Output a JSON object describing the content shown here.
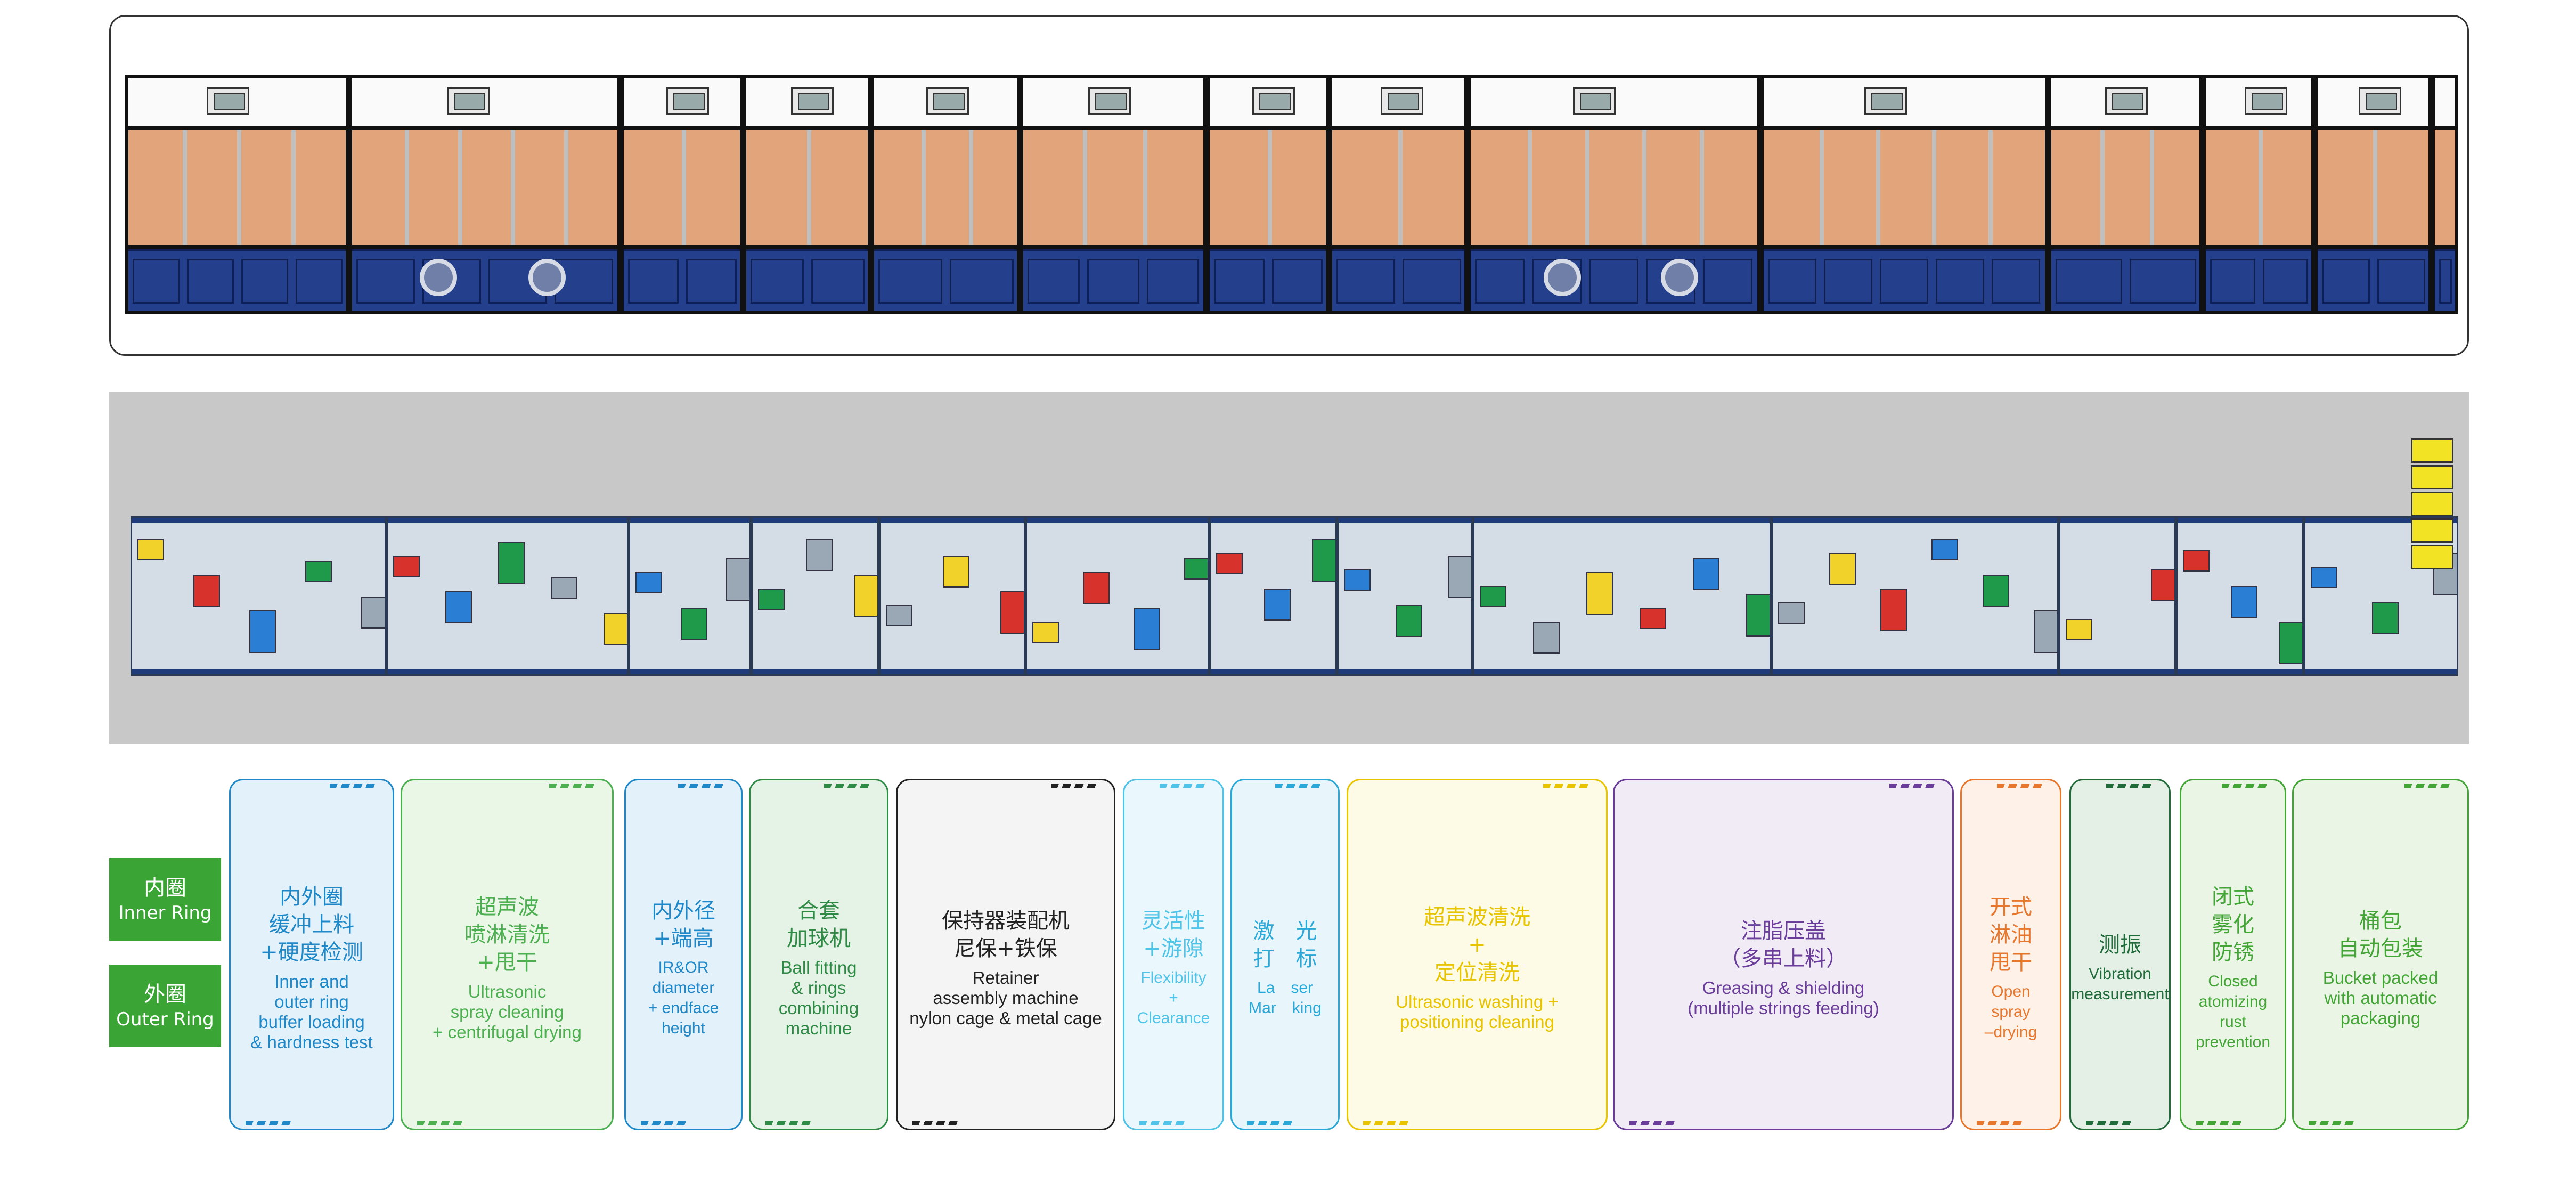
{
  "ring_labels": [
    {
      "zh": "内圈",
      "en": "Inner Ring"
    },
    {
      "zh": "外圈",
      "en": "Outer Ring"
    }
  ],
  "stations": [
    {
      "zh": "内外圈\n缓冲上料\n+硬度检测",
      "en": "Inner and\nouter ring\nbuffer loading\n& hardness test",
      "color": "#1e88c8",
      "bg": "#e3f1fb"
    },
    {
      "zh": "超声波\n喷淋清洗\n+甩干",
      "en": "Ultrasonic\nspray cleaning\n+ centrifugal drying",
      "color": "#4caf50",
      "bg": "#eaf6e6"
    },
    {
      "zh": "内外径\n+端高",
      "en": "IR&OR\ndiameter\n+ endface\nheight",
      "color": "#1e88c8",
      "bg": "#e3f1fb"
    },
    {
      "zh": "合套\n加球机",
      "en": "Ball fitting\n& rings\ncombining\nmachine",
      "color": "#2e8b45",
      "bg": "#e5f2e6"
    },
    {
      "zh": "保持器装配机\n尼保+铁保",
      "en": "Retainer\nassembly machine\nnylon cage & metal cage",
      "color": "#222222",
      "bg": "#f4f4f4"
    },
    {
      "zh": "灵活性\n+游隙",
      "en": "Flexibility\n+\nClearance",
      "color": "#4fc3e8",
      "bg": "#eaf7fc"
    },
    {
      "zh": "激　光\n打　标",
      "en": "La　ser\nMar　king",
      "color": "#2aa8d8",
      "bg": "#e8f6fc"
    },
    {
      "zh": "超声波清洗\n+\n定位清洗",
      "en": "Ultrasonic washing +\npositioning cleaning",
      "color": "#e8c400",
      "bg": "#fdfbe6"
    },
    {
      "zh": "注脂压盖\n（多串上料）",
      "en": "Greasing & shielding\n(multiple strings feeding)",
      "color": "#6a3d9a",
      "bg": "#f1ebf6"
    },
    {
      "zh": "开式\n淋油\n甩干",
      "en": "Open\nspray\n–drying",
      "color": "#e8772e",
      "bg": "#fdf1e8"
    },
    {
      "zh": "测振",
      "en": "Vibration\nmeasurement",
      "color": "#1f6b3a",
      "bg": "#e4efe6"
    },
    {
      "zh": "闭式\n雾化\n防锈",
      "en": "Closed\natomizing\nrust\nprevention",
      "color": "#43a535",
      "bg": "#eaf5e6"
    },
    {
      "zh": "桶包\n自动包装",
      "en": "Bucket packed\nwith automatic\npackaging",
      "color": "#43a535",
      "bg": "#eaf5e6"
    }
  ]
}
